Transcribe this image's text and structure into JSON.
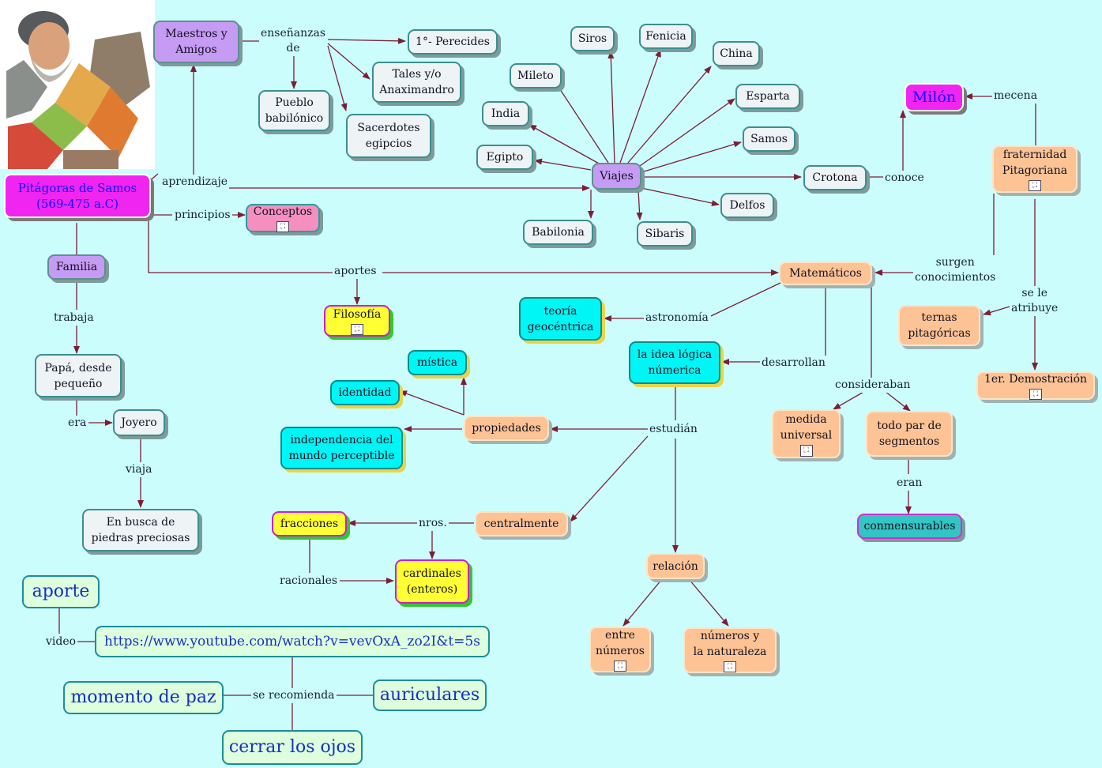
{
  "nodes": {
    "pitagoras": "Pitágoras de Samos\n(569-475 a.C)",
    "maestros": "Maestros y\nAmigos",
    "perecides": "1°- Perecides",
    "tales": "Tales y/o\nAnaximandro",
    "pueblo": "Pueblo\nbabilónico",
    "sacerdotes": "Sacerdotes\negipcios",
    "siros": "Siros",
    "fenicia": "Fenicia",
    "china": "China",
    "mileto": "Mileto",
    "esparta": "Esparta",
    "india": "India",
    "samos": "Samos",
    "egipto": "Egipto",
    "viajes": "Viajes",
    "crotona": "Crotona",
    "delfos": "Delfos",
    "babilonia": "Babilonia",
    "sibaris": "Sibaris",
    "milon": "Milón",
    "fraternidad": "fraternidad\nPitagoriana",
    "conceptos": "Conceptos",
    "familia": "Familia",
    "matematicos": "Matemáticos",
    "filosofia": "Filosofía",
    "teoria": "teoría\ngeocéntrica",
    "ternas": "ternas\npitagóricas",
    "demostracion": "1er. Demostración",
    "papa": "Papá, desde\npequeño",
    "idea": "la idea lógica\nnúmerica",
    "mistica": "mística",
    "identidad": "identidad",
    "medida": "medida\nuniversal",
    "todo_par": "todo par de\nsegmentos",
    "joyero": "Joyero",
    "propiedades": "propiedades",
    "independencia": "independencia del\nmundo perceptible",
    "conmensurables": "conmensurables",
    "busca": "En busca de\npiedras preciosas",
    "fracciones": "fracciones",
    "centralmente": "centralmente",
    "relacion": "relación",
    "cardinales": "cardinales\n(enteros)",
    "aporte": "aporte",
    "entre": "entre\nnúmeros",
    "naturaleza": "números y\nla naturaleza",
    "url": "https://www.youtube.com/watch?v=vevOxA_zo2I&t=5s",
    "momento": "momento de paz",
    "auriculares": "auriculares",
    "cerrar": "cerrar los ojos"
  },
  "labels": {
    "ensenanzas": "enseñanzas\nde",
    "aprendizaje": "aprendizaje",
    "principios": "principios",
    "aportes": "aportes",
    "mecena": "mecena",
    "conoce": "conoce",
    "surgen": "surgen\nconocimientos",
    "se_le": "se le\natribuye",
    "astronomia": "astronomía",
    "desarrollan": "desarrollan",
    "consideraban": "consideraban",
    "trabaja": "trabaja",
    "era": "era",
    "estudian": "estudián",
    "eran": "eran",
    "viaja": "viaja",
    "nros": "nros.",
    "racionales": "racionales",
    "video": "video",
    "recomienda": "se recomienda"
  },
  "badge_icon": "map-link-icon",
  "colors": {
    "background": "#ccfdfd",
    "lines": "#7a1f34"
  }
}
